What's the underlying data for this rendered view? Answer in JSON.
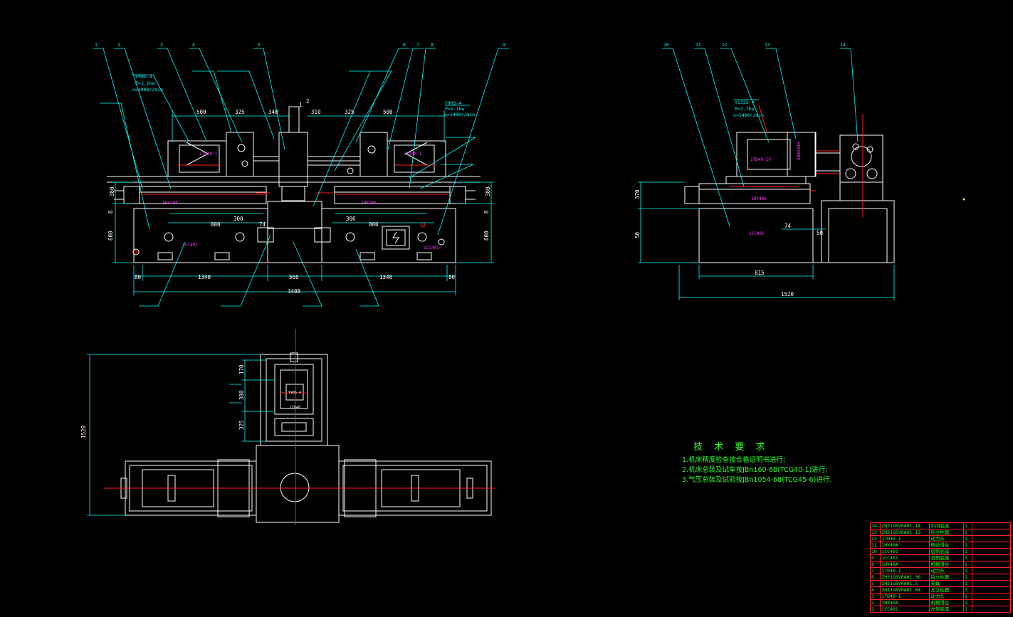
{
  "drawing": {
    "front_view": {
      "callouts": [
        "1",
        "2",
        "3",
        "4",
        "5",
        "6",
        "7",
        "8",
        "9"
      ],
      "motor_spec_left": [
        "Y90S-4",
        "P=1.1kw",
        "n=1400r/min"
      ],
      "motor_spec_right": [
        "Y90S-4",
        "P=1.1kw",
        "n=1400r/min"
      ],
      "head_labels": [
        "1TD40-I",
        "1TD40-I"
      ],
      "slide_labels": [
        "1HY40A",
        "1HY40A"
      ],
      "base_labels": [
        "1CC401",
        "1CC401"
      ],
      "dims": {
        "top": [
          "500",
          "325",
          "340",
          "310",
          "325",
          "500",
          "1",
          "2"
        ],
        "mid": [
          "300",
          "800",
          "300",
          "800",
          "74"
        ],
        "bottom": [
          "80",
          "1340",
          "568",
          "1340",
          "80"
        ],
        "overall": "3408",
        "left_heights": [
          "380",
          "6",
          "600"
        ],
        "right_heights": [
          "380",
          "6",
          "600"
        ]
      }
    },
    "side_view": {
      "callouts": [
        "10",
        "11",
        "12",
        "13",
        "14"
      ],
      "motor_spec": [
        "Y132S-4",
        "P=1.1kw",
        "n=1400r/min"
      ],
      "head_label": "1TD40-IV",
      "head_dim": "500X300",
      "slide_label": "1HY40A",
      "base_label": "1CC401",
      "dims": [
        "370",
        "50",
        "74",
        "50",
        "815",
        "1520"
      ]
    },
    "plan_view": {
      "dims": [
        "170",
        "380",
        "325",
        "1520"
      ],
      "labels": [
        "Y90S-4",
        "1TD40"
      ]
    }
  },
  "tech_requirements": {
    "title": "技 术 要 求",
    "items": [
      "1.机床精度检查按合格证明书进行;",
      "2.机床总装及试车按JBn160-68(TCG40-1)进行;",
      "3.气压总装及试验按JBn1054-68(TCG45-6)进行."
    ]
  },
  "bom": {
    "rows": [
      [
        "14",
        "ZH31G6V0A01.14",
        "中间底座",
        "1"
      ],
      [
        "13",
        "ZH31G6V0A01.13",
        "后立柱器",
        "1"
      ],
      [
        "12",
        "1TD40-I",
        "动力头",
        "1"
      ],
      [
        "11",
        "1HY40A",
        "电动滑台",
        "1"
      ],
      [
        "10",
        "1CC401",
        "层侧底座",
        "1"
      ],
      [
        "9",
        "1CC401",
        "右侧底座",
        "1"
      ],
      [
        "8",
        "1HY40A",
        "机械滑台",
        "1"
      ],
      [
        "7",
        "1TD40-I",
        "动力头",
        "1"
      ],
      [
        "6",
        "ZH31G6V0A01.06",
        "后立柱器",
        "1"
      ],
      [
        "5",
        "ZH31G6V0A01.5",
        "夹具",
        "1"
      ],
      [
        "4",
        "ZH31G6V0A01.04",
        "左立柱器",
        "1"
      ],
      [
        "3",
        "1TD40-I",
        "动力头",
        "1"
      ],
      [
        "2",
        "1HY40A",
        "机械滑台",
        "1"
      ],
      [
        "1",
        "1CC401",
        "左侧底座",
        "1"
      ]
    ]
  }
}
